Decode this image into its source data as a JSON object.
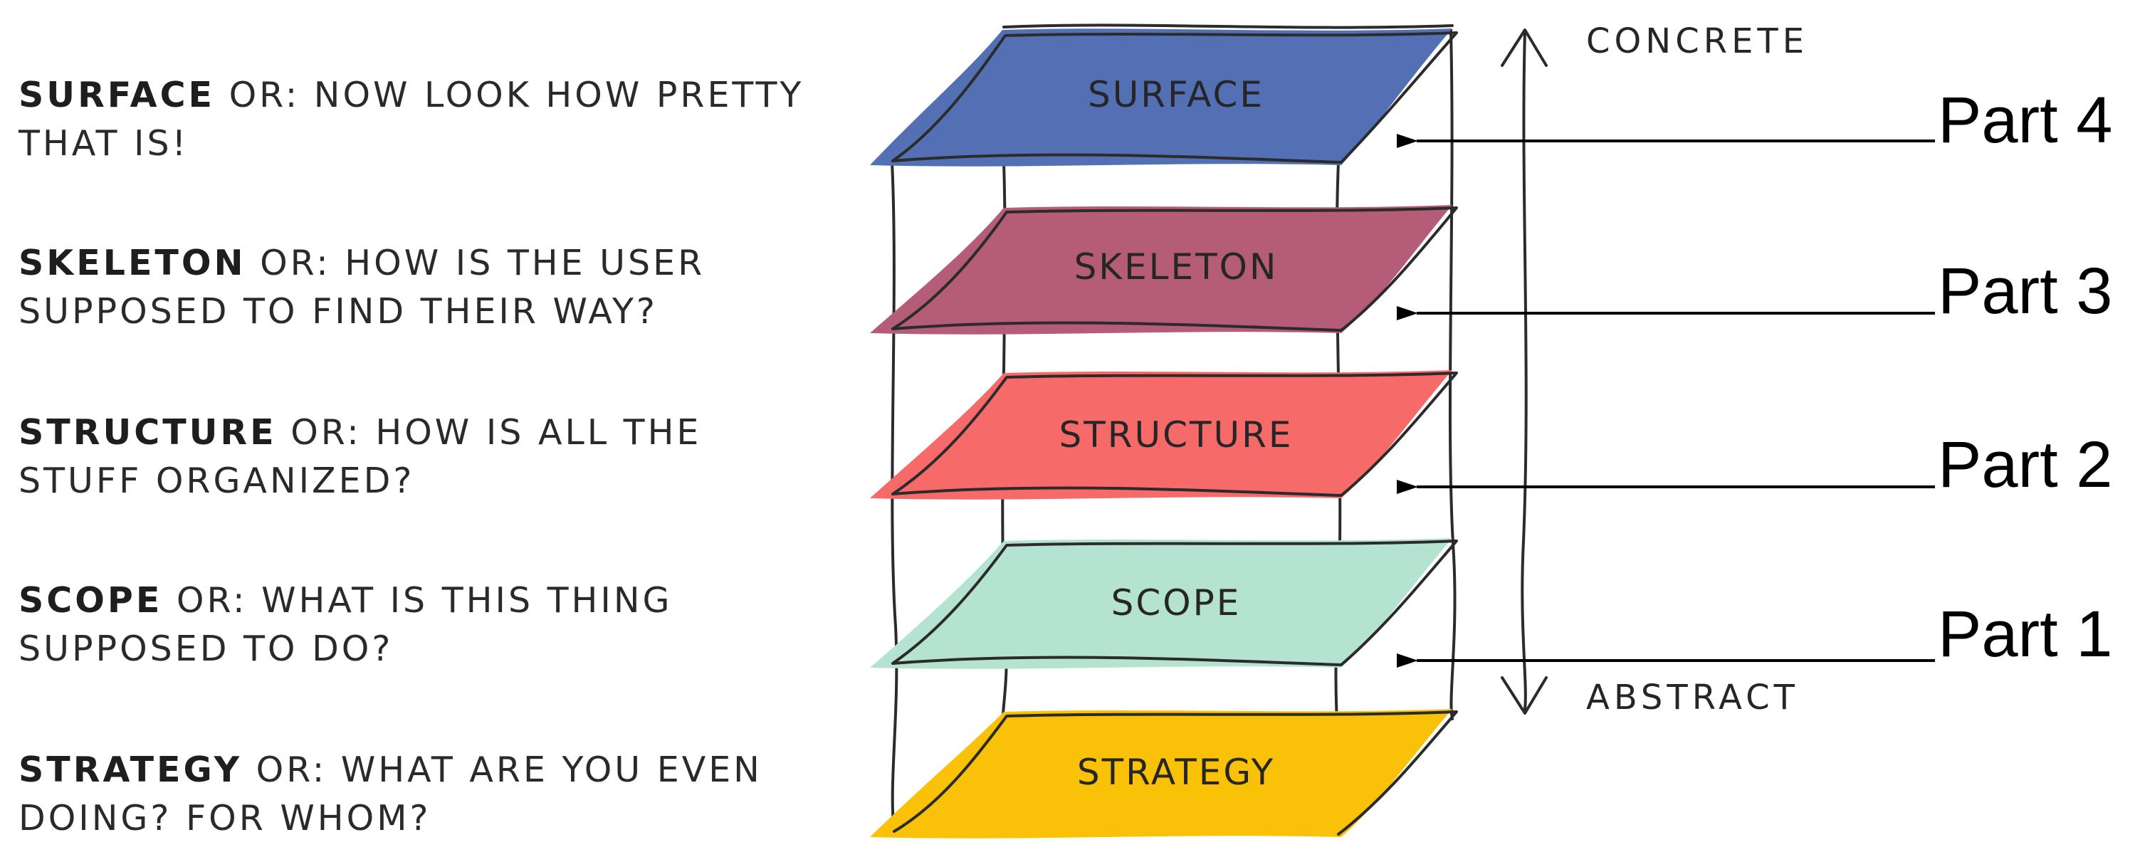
{
  "descriptions": [
    {
      "term": "SURFACE",
      "rest_line1": " OR: NOW LOOK HOW PRETTY",
      "line2": "THAT IS!"
    },
    {
      "term": "SKELETON",
      "rest_line1": " OR: HOW IS THE USER",
      "line2": "SUPPOSED TO FIND THEIR WAY?"
    },
    {
      "term": "STRUCTURE",
      "rest_line1": " OR: HOW IS ALL THE",
      "line2": "STUFF ORGANIZED?"
    },
    {
      "term": "SCOPE",
      "rest_line1": " OR: WHAT IS THIS THING",
      "line2": "SUPPOSED TO DO?"
    },
    {
      "term": "STRATEGY",
      "rest_line1": " OR: WHAT ARE YOU EVEN",
      "line2": "DOING? FOR WHOM?"
    }
  ],
  "layers": [
    {
      "label": "SURFACE",
      "color": "#5470b4"
    },
    {
      "label": "SKELETON",
      "color": "#b55c78"
    },
    {
      "label": "STRUCTURE",
      "color": "#f76a6a"
    },
    {
      "label": "SCOPE",
      "color": "#b4e4d1"
    },
    {
      "label": "STRATEGY",
      "color": "#f9c108"
    }
  ],
  "axis": {
    "top_label": "CONCRETE",
    "bottom_label": "ABSTRACT"
  },
  "parts": [
    {
      "label": "Part 4"
    },
    {
      "label": "Part 3"
    },
    {
      "label": "Part 2"
    },
    {
      "label": "Part 1"
    }
  ]
}
